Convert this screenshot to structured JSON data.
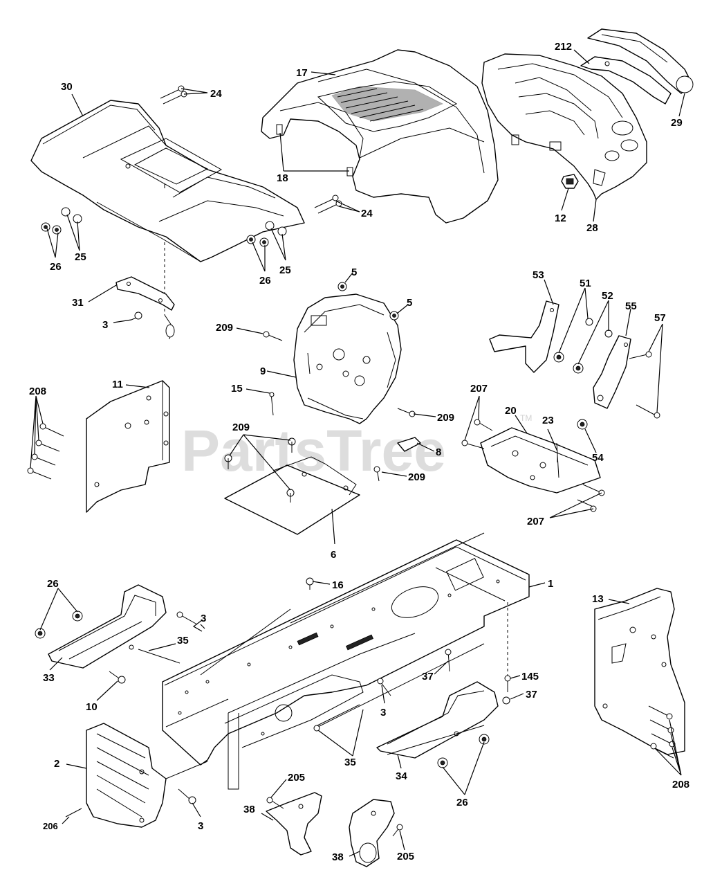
{
  "watermark": {
    "text": "PartsTree",
    "trademark": "TM"
  },
  "callouts": [
    {
      "label": "30"
    },
    {
      "label": "24"
    },
    {
      "label": "17"
    },
    {
      "label": "212"
    },
    {
      "label": "29"
    },
    {
      "label": "18"
    },
    {
      "label": "12"
    },
    {
      "label": "28"
    },
    {
      "label": "24"
    },
    {
      "label": "26"
    },
    {
      "label": "25"
    },
    {
      "label": "26"
    },
    {
      "label": "25"
    },
    {
      "label": "5"
    },
    {
      "label": "5"
    },
    {
      "label": "31"
    },
    {
      "label": "3"
    },
    {
      "label": "209"
    },
    {
      "label": "9"
    },
    {
      "label": "53"
    },
    {
      "label": "51"
    },
    {
      "label": "52"
    },
    {
      "label": "55"
    },
    {
      "label": "57"
    },
    {
      "label": "208"
    },
    {
      "label": "11"
    },
    {
      "label": "15"
    },
    {
      "label": "209"
    },
    {
      "label": "207"
    },
    {
      "label": "20"
    },
    {
      "label": "23"
    },
    {
      "label": "209"
    },
    {
      "label": "8"
    },
    {
      "label": "54"
    },
    {
      "label": "209"
    },
    {
      "label": "207"
    },
    {
      "label": "6"
    },
    {
      "label": "16"
    },
    {
      "label": "1"
    },
    {
      "label": "26"
    },
    {
      "label": "3"
    },
    {
      "label": "13"
    },
    {
      "label": "35"
    },
    {
      "label": "37"
    },
    {
      "label": "145"
    },
    {
      "label": "33"
    },
    {
      "label": "10"
    },
    {
      "label": "3"
    },
    {
      "label": "37"
    },
    {
      "label": "35"
    },
    {
      "label": "2"
    },
    {
      "label": "34"
    },
    {
      "label": "26"
    },
    {
      "label": "208"
    },
    {
      "label": "205"
    },
    {
      "label": "3"
    },
    {
      "label": "38"
    },
    {
      "label": "206"
    },
    {
      "label": "38"
    },
    {
      "label": "205"
    }
  ]
}
